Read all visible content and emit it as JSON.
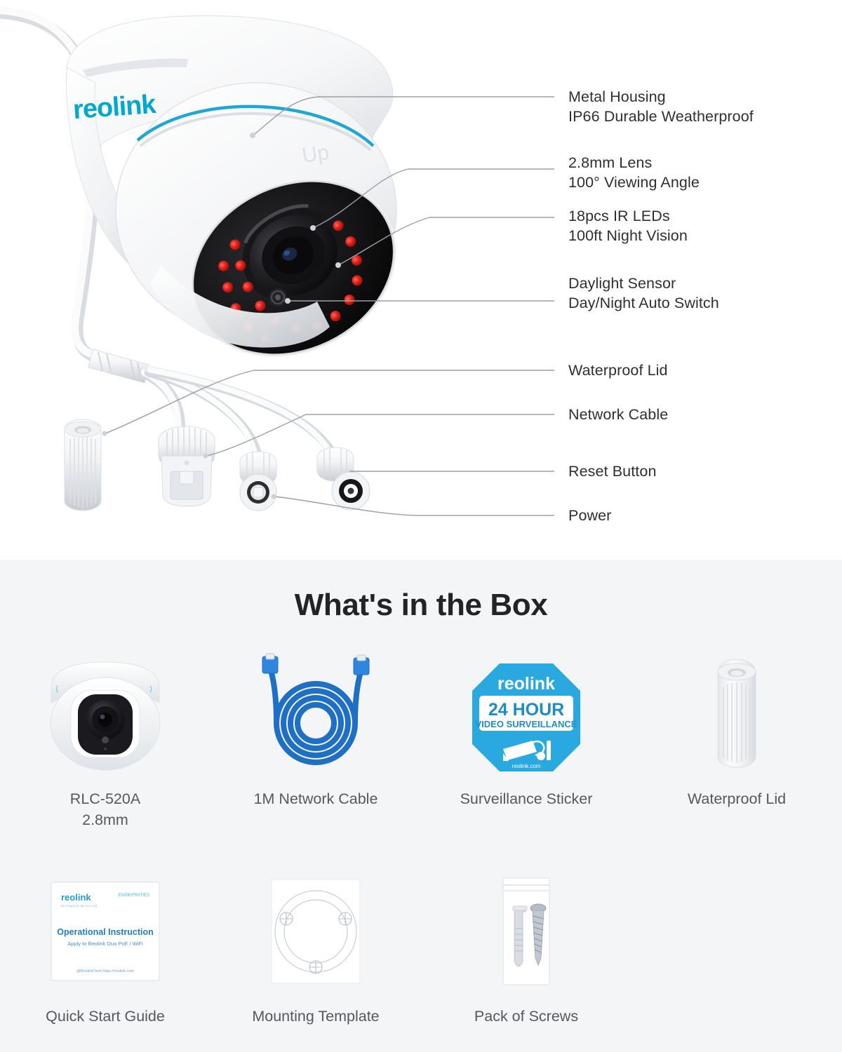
{
  "product": {
    "brand": "reolink",
    "brand_color": "#00a7d0",
    "sticker_blue": "#2aa9e0",
    "cable_blue": "#1f6fc4"
  },
  "diagram": {
    "callouts": [
      {
        "id": "metal-housing",
        "line1": "Metal Housing",
        "line2": "IP66 Durable Weatherproof"
      },
      {
        "id": "lens",
        "line1": "2.8mm Lens",
        "line2": "100° Viewing Angle"
      },
      {
        "id": "ir-leds",
        "line1": "18pcs IR LEDs",
        "line2": "100ft Night Vision"
      },
      {
        "id": "daylight-sensor",
        "line1": "Daylight Sensor",
        "line2": "Day/Night Auto Switch"
      },
      {
        "id": "waterproof-lid",
        "line1": "Waterproof Lid",
        "line2": ""
      },
      {
        "id": "network-cable",
        "line1": "Network Cable",
        "line2": ""
      },
      {
        "id": "reset-button",
        "line1": "Reset Button",
        "line2": ""
      },
      {
        "id": "power",
        "line1": "Power",
        "line2": ""
      }
    ],
    "camera_marking": "Up"
  },
  "box": {
    "title": "What's in the Box",
    "row1": [
      {
        "id": "camera",
        "label": "RLC-520A\n2.8mm"
      },
      {
        "id": "network-cable",
        "label": "1M Network Cable"
      },
      {
        "id": "sticker",
        "label": "Surveillance Sticker"
      },
      {
        "id": "waterproof-lid",
        "label": "Waterproof Lid"
      }
    ],
    "row2": [
      {
        "id": "quick-start-guide",
        "label": "Quick Start Guide"
      },
      {
        "id": "mounting-template",
        "label": "Mounting Template"
      },
      {
        "id": "pack-of-screws",
        "label": "Pack of Screws"
      }
    ]
  },
  "sticker": {
    "brand": "reolink",
    "headline": "24 HOUR",
    "subline": "VIDEO SURVEILLANCE",
    "url": "reolink.com"
  },
  "guide": {
    "brand": "reolink",
    "tagline": "Be Prepared. Be Secured.",
    "languages": "EN/DE/FR/IT/ES",
    "title": "Operational Instruction",
    "subtitle": "Apply to Reolink Duo PoE / WiFi",
    "footer": "@ReolinkTech   https://reolink.com"
  }
}
